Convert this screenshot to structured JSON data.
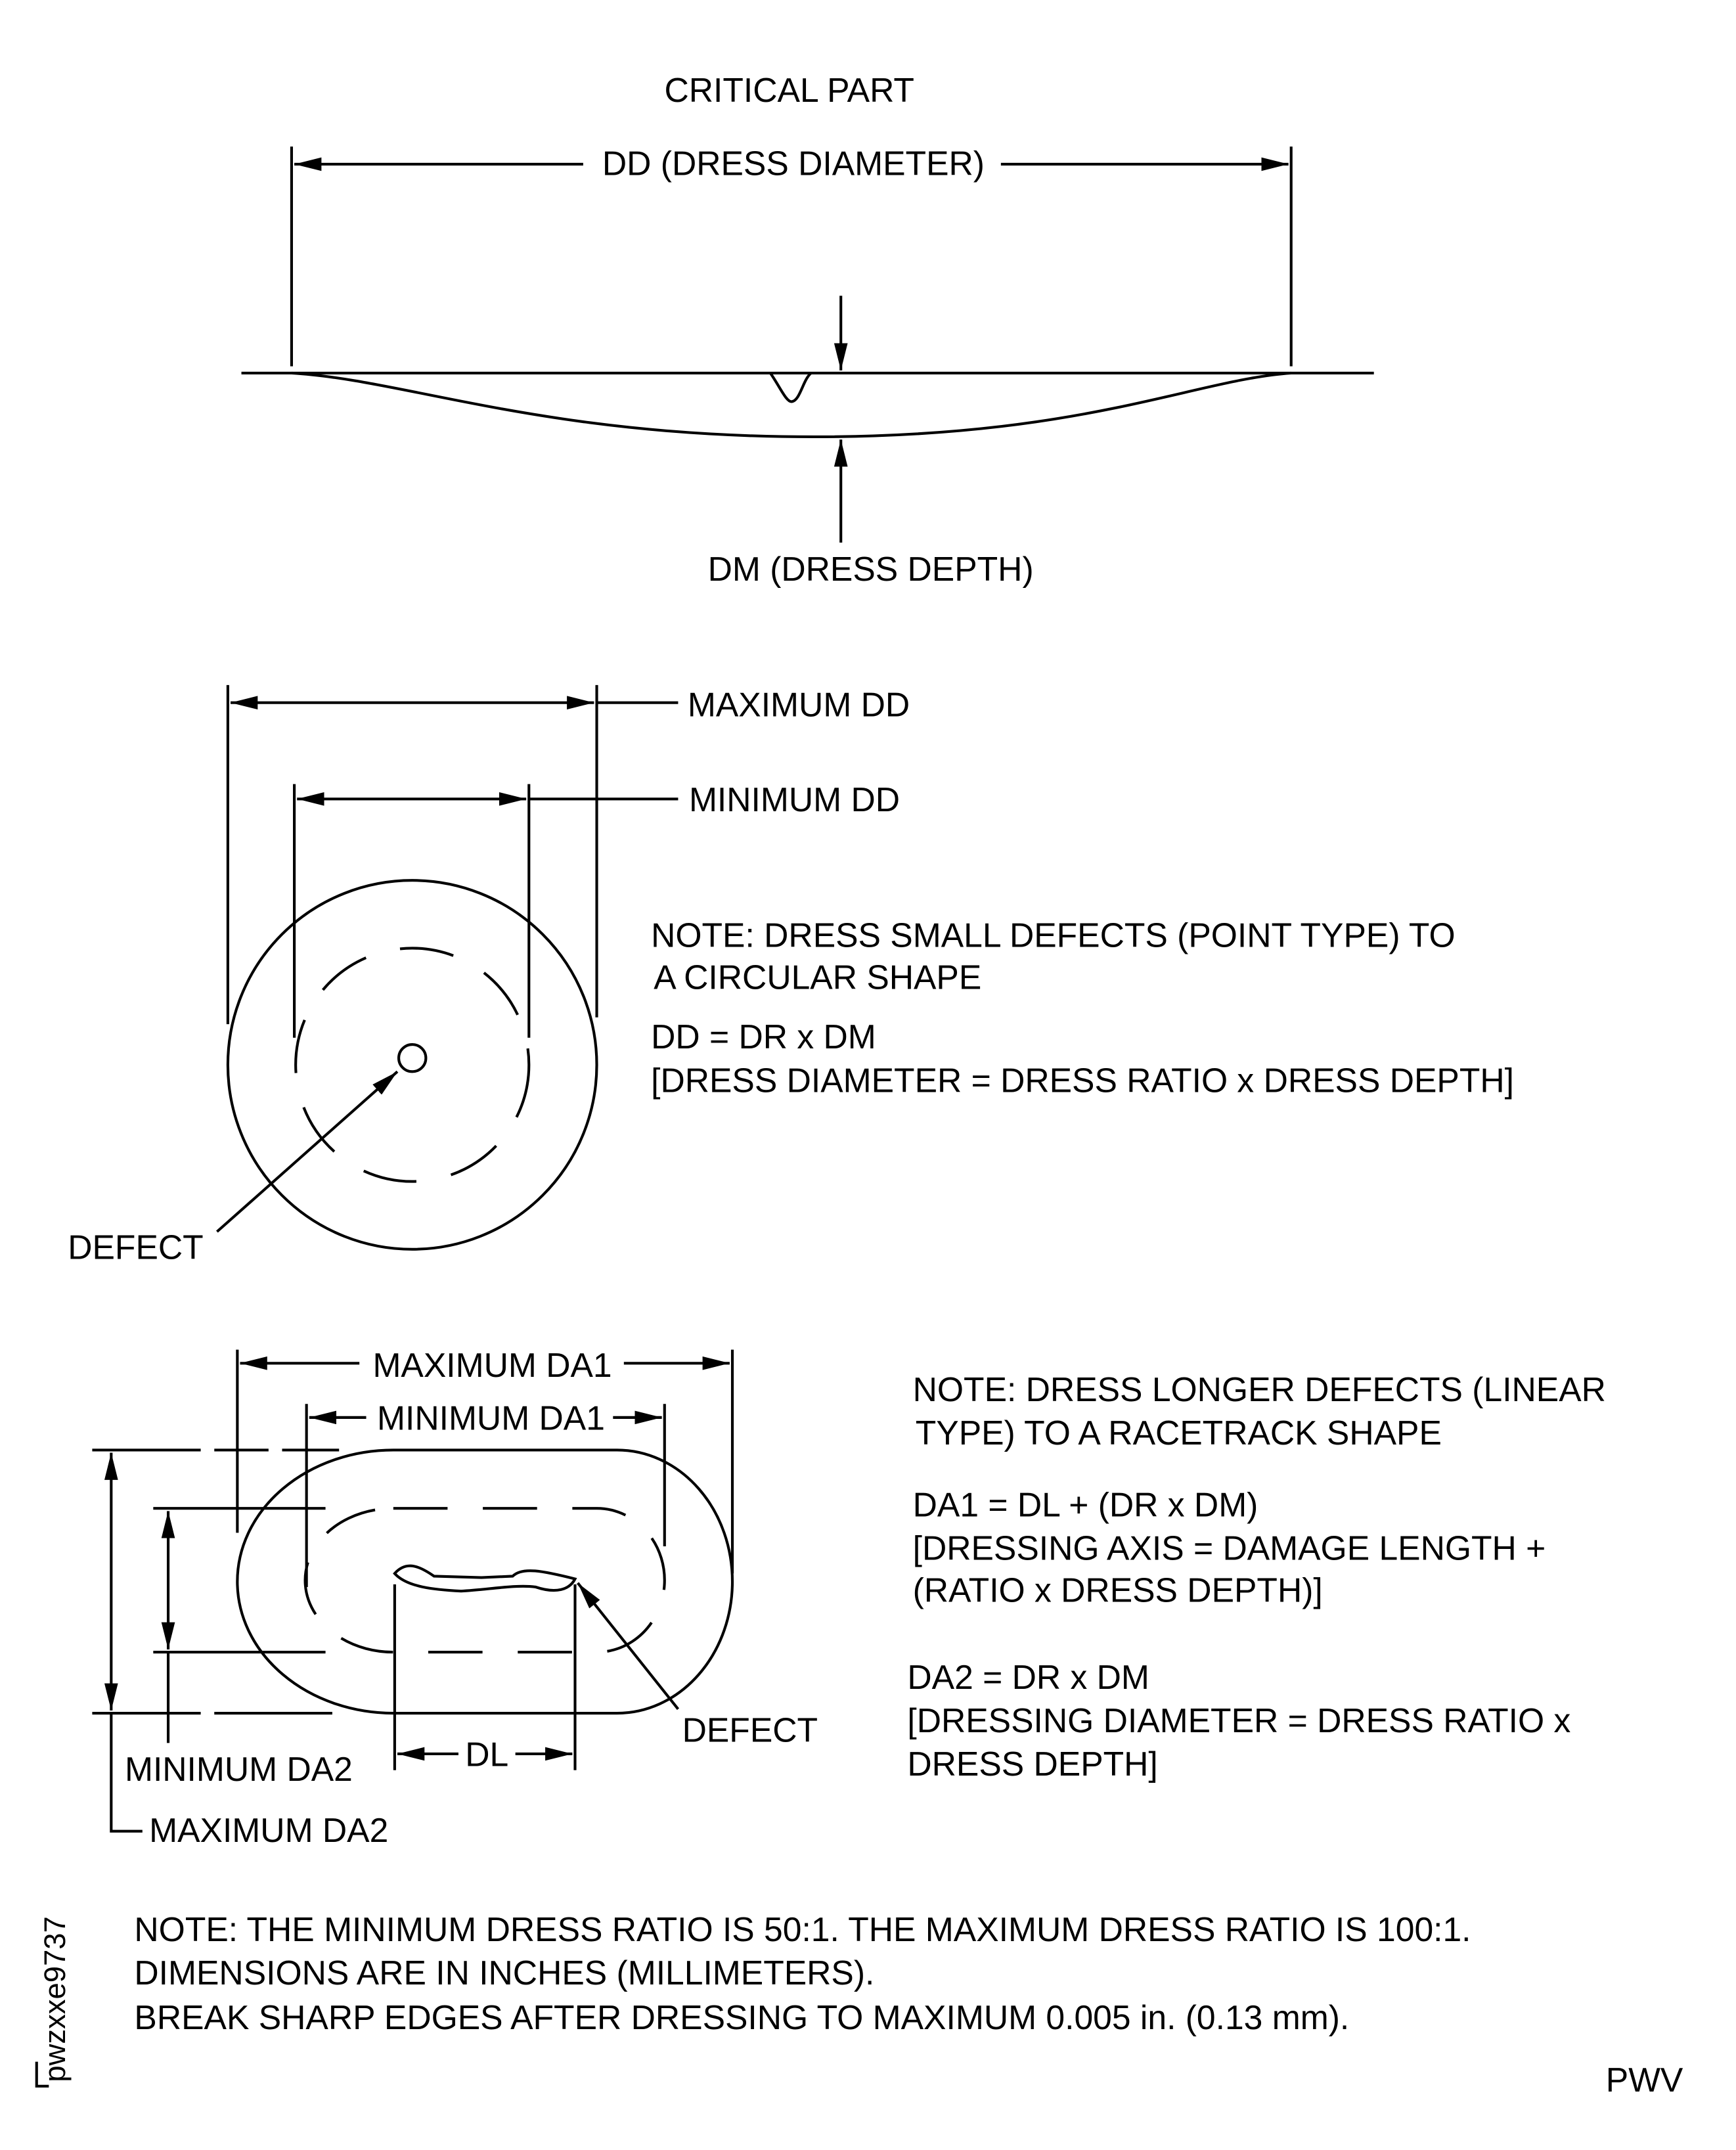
{
  "top": {
    "title": "CRITICAL PART",
    "dd_label": "DD (DRESS DIAMETER)",
    "dm_label": "DM (DRESS DEPTH)"
  },
  "circle_section": {
    "max_dd": "MAXIMUM DD",
    "min_dd": "MINIMUM DD",
    "defect": "DEFECT",
    "note_lines": [
      "NOTE: DRESS SMALL DEFECTS (POINT TYPE) TO",
      "A CIRCULAR SHAPE"
    ],
    "formula": "DD = DR x DM",
    "formula_desc": "[DRESS DIAMETER = DRESS RATIO x DRESS DEPTH]"
  },
  "racetrack_section": {
    "max_da1": "MAXIMUM DA1",
    "min_da1": "MINIMUM DA1",
    "min_da2": "MINIMUM DA2",
    "max_da2": "MAXIMUM DA2",
    "dl": "DL",
    "defect": "DEFECT",
    "note_lines": [
      "NOTE: DRESS LONGER DEFECTS (LINEAR",
      "TYPE) TO  A RACETRACK SHAPE"
    ],
    "da1_lines": [
      "DA1 = DL + (DR x DM)",
      "[DRESSING AXIS = DAMAGE LENGTH +",
      "(RATIO x DRESS DEPTH)]"
    ],
    "da2_lines": [
      "DA2 = DR x DM",
      "[DRESSING DIAMETER = DRESS RATIO x",
      "DRESS DEPTH]"
    ]
  },
  "footer": {
    "notes": [
      "NOTE: THE MINIMUM DRESS RATIO IS 50:1. THE MAXIMUM DRESS RATIO IS 100:1.",
      "DIMENSIONS ARE IN INCHES (MILLIMETERS).",
      "BREAK SHARP EDGES AFTER DRESSING TO MAXIMUM 0.005 in. (0.13 mm)."
    ],
    "figure_id": "pwzxxe9737",
    "code": "PWV"
  }
}
